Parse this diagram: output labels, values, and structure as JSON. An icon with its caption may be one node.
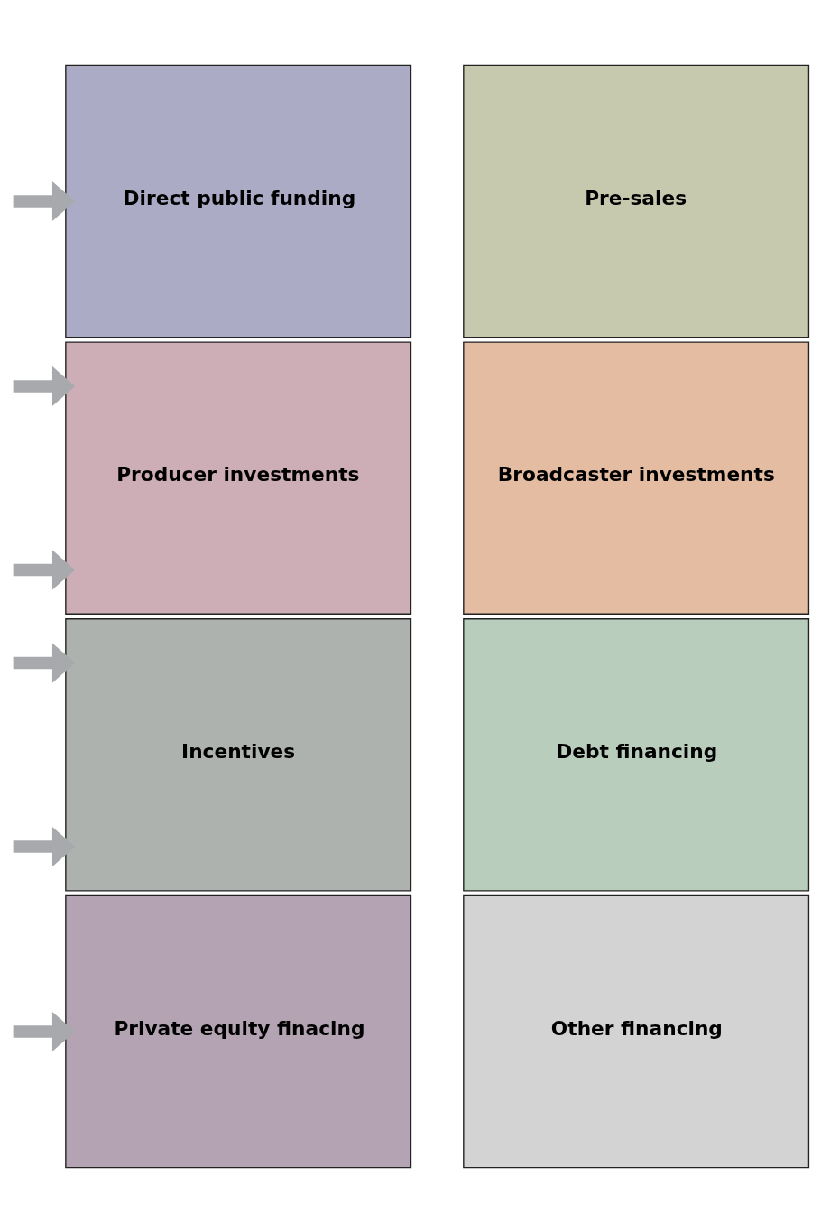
{
  "diagram": {
    "nodes": [
      {
        "text": [
          "Direct public funding"
        ]
      },
      {
        "text": [
          "Pre-sales"
        ]
      },
      {
        "text": [
          "Producer investments"
        ]
      },
      {
        "text": [
          "Broadcaster investments"
        ]
      },
      {
        "text": [
          "Incentives"
        ]
      },
      {
        "text": [
          "Debt financing"
        ]
      },
      {
        "text": [
          "Private equity finacing"
        ]
      },
      {
        "text": [
          "Other financing"
        ]
      }
    ],
    "edges": [
      {
        "from": null,
        "to": 0,
        "arrow": "to"
      },
      {
        "from": null,
        "to": 2,
        "arrow": "to"
      },
      {
        "from": null,
        "to": 2,
        "arrow": "to"
      },
      {
        "from": null,
        "to": 4,
        "arrow": "to"
      },
      {
        "from": null,
        "to": 4,
        "arrow": "to"
      },
      {
        "from": null,
        "to": 6,
        "arrow": "to"
      }
    ]
  }
}
